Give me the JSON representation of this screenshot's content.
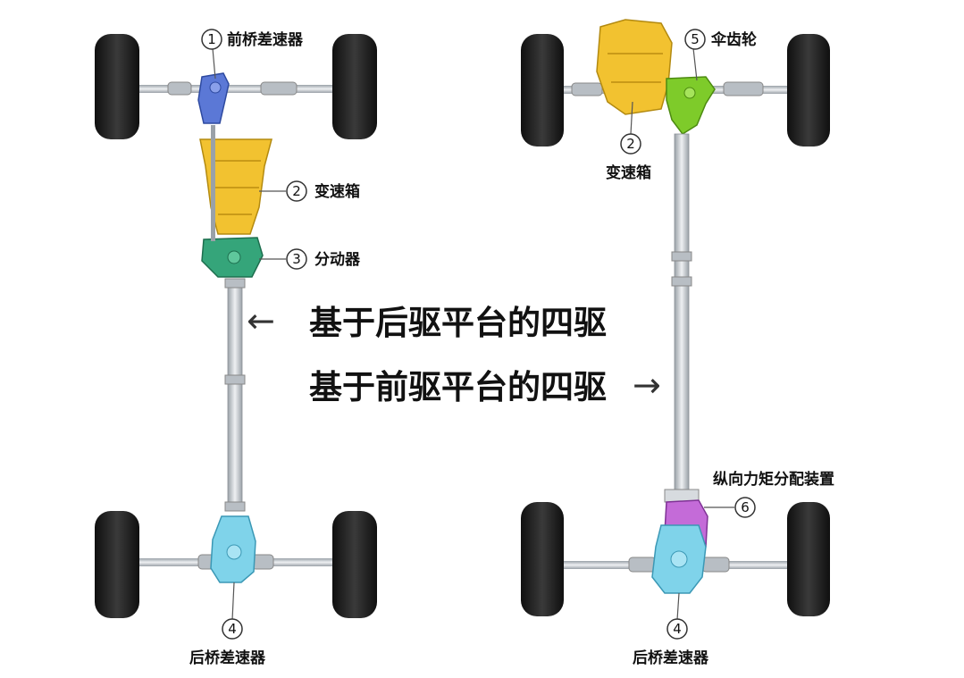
{
  "left_diagram": {
    "callouts": [
      {
        "number": "1",
        "label": "前桥差速器"
      },
      {
        "number": "2",
        "label": "变速箱"
      },
      {
        "number": "3",
        "label": "分动器"
      },
      {
        "number": "4",
        "label": "后桥差速器"
      }
    ],
    "caption": "基于后驱平台的四驱",
    "caption_arrow": "←"
  },
  "right_diagram": {
    "callouts": [
      {
        "number": "5",
        "label": "伞齿轮"
      },
      {
        "number": "2",
        "label": "变速箱"
      },
      {
        "number": "6",
        "label": "纵向力矩分配装置"
      },
      {
        "number": "4",
        "label": "后桥差速器"
      }
    ],
    "caption": "基于前驱平台的四驱",
    "caption_arrow": "→"
  },
  "colors": {
    "front_differential": "#5b78d6",
    "gearbox": "#f2c230",
    "transfer_case": "#35a57a",
    "bevel_gear": "#7ecb2a",
    "rear_differential": "#7fd3ea",
    "torque_device": "#c46bd8",
    "tire": "#1e1e1e",
    "shaft": "#c7ccd1"
  }
}
